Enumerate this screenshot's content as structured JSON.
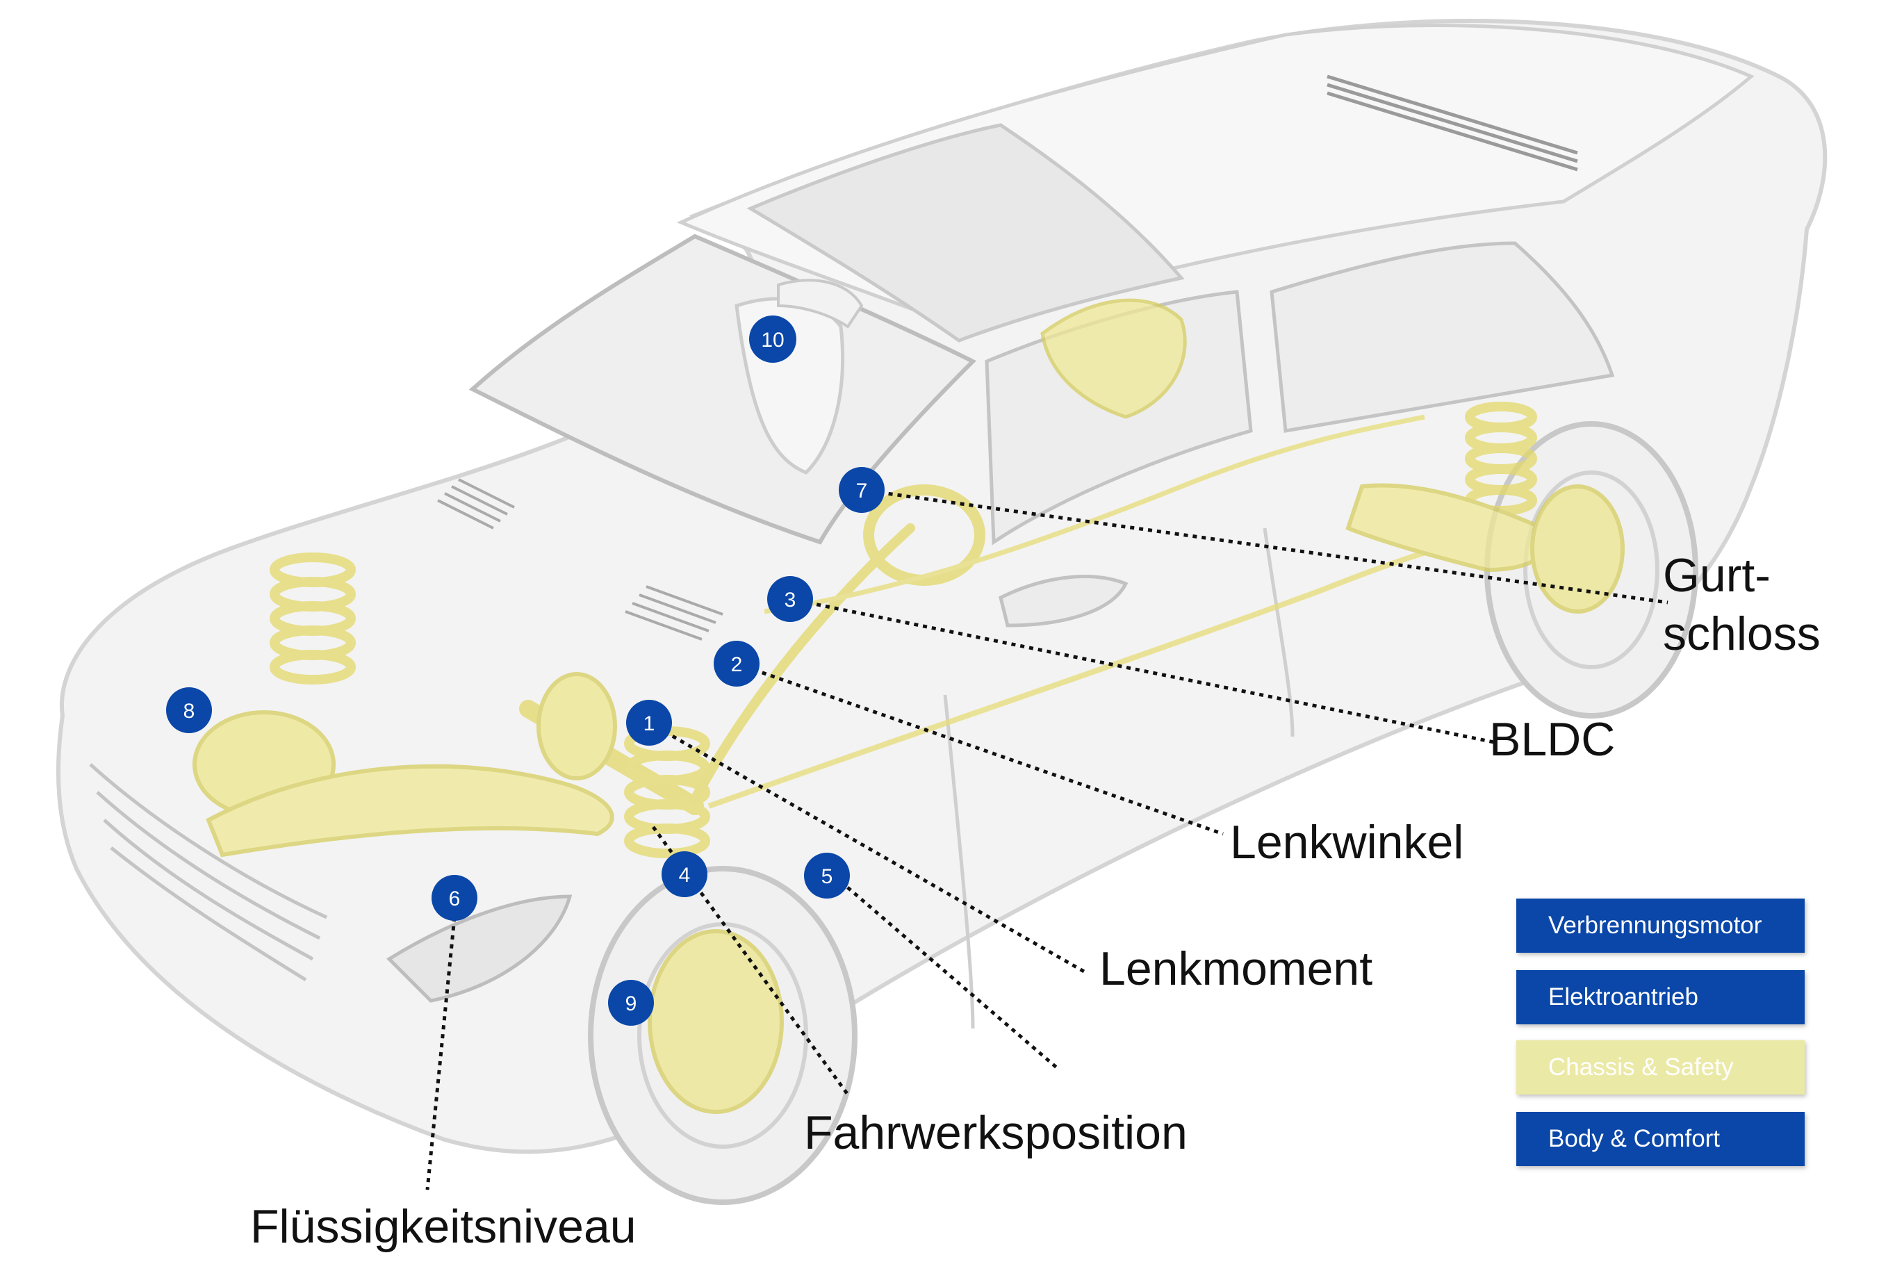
{
  "markers": [
    {
      "id": "1",
      "label": "1"
    },
    {
      "id": "2",
      "label": "2"
    },
    {
      "id": "3",
      "label": "3"
    },
    {
      "id": "4",
      "label": "4"
    },
    {
      "id": "5",
      "label": "5"
    },
    {
      "id": "6",
      "label": "6"
    },
    {
      "id": "7",
      "label": "7"
    },
    {
      "id": "8",
      "label": "8"
    },
    {
      "id": "9",
      "label": "9"
    },
    {
      "id": "10",
      "label": "10"
    }
  ],
  "callouts": {
    "gurtschloss_line1": "Gurt-",
    "gurtschloss_line2": "schloss",
    "bldc": "BLDC",
    "lenkwinkel": "Lenkwinkel",
    "lenkmoment": "Lenkmoment",
    "fahrwerksposition": "Fahrwerksposition",
    "fluessigkeitsniveau": "Flüssigkeitsniveau"
  },
  "legend": [
    {
      "label": "Verbrennungsmotor",
      "color": "#0a47a8",
      "text_color": "#ffffff"
    },
    {
      "label": "Elektroantrieb",
      "color": "#0a47a8",
      "text_color": "#ffffff"
    },
    {
      "label": "Chassis & Safety",
      "color": "#ebe9a6",
      "text_color": "#ffffff"
    },
    {
      "label": "Body & Comfort",
      "color": "#0a47a8",
      "text_color": "#ffffff"
    }
  ],
  "colors": {
    "marker_blue": "#0a47a8",
    "chassis_highlight": "#e9e27a",
    "car_body": "#f1f1f1",
    "car_outline": "#d5d5d5"
  }
}
